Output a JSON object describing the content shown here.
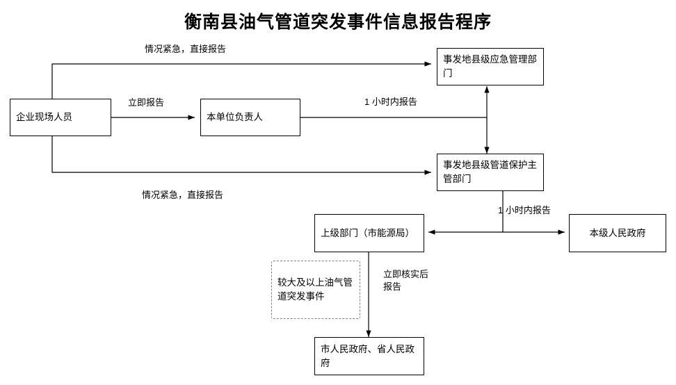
{
  "title": "衡南县油气管道突发事件信息报告程序",
  "nodes": {
    "enterprise_staff": "企业现场人员",
    "unit_leader": "本单位负责人",
    "county_emergency": "事发地县级应急管理部门",
    "county_pipeline": "事发地县级管道保护主管部门",
    "superior_dept": "上级部门（市能源局）",
    "local_government": "本级人民政府",
    "major_incident": "较大及以上油气管道突发事件",
    "city_province_gov": "市人民政府、省人民政府"
  },
  "labels": {
    "urgent_direct_top": "情况紧急，直接报告",
    "report_immediately": "立即报告",
    "within_one_hour_top": "1 小时内报告",
    "urgent_direct_bottom": "情况紧急，直接报告",
    "within_one_hour_right": "1 小时内报告",
    "verify_then_report": "立即核实后报告"
  },
  "colors": {
    "line": "#000000",
    "dashed_border": "#808080",
    "node_fill": "#ffffff",
    "text": "#000000"
  }
}
